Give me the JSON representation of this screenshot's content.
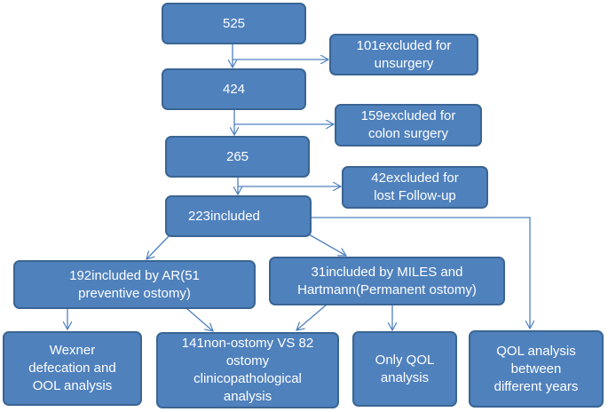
{
  "nodes": {
    "n525": [
      "525"
    ],
    "ex101": [
      "101excluded for",
      "unsurgery"
    ],
    "n424": [
      "424"
    ],
    "ex159": [
      "159excluded for",
      "colon surgery"
    ],
    "n265": [
      "265"
    ],
    "ex42": [
      "42excluded for",
      "lost Follow-up"
    ],
    "n223": [
      "223included"
    ],
    "ar192": [
      "192included by AR(51",
      "preventive ostomy)"
    ],
    "miles31": [
      "31included by MILES and",
      "Hartmann(Permanent ostomy)"
    ],
    "wexner": [
      "Wexner",
      "defecation and",
      "OOL analysis"
    ],
    "nonostomy": [
      "141non-ostomy VS 82",
      "ostomy",
      "clinicopathological",
      "analysis"
    ],
    "onlyqol": [
      "Only QOL",
      "analysis"
    ],
    "qolyears": [
      "QOL analysis",
      "between",
      "different years"
    ]
  },
  "colors": {
    "fill": "#4f81bd",
    "border": "#3a6593",
    "arrow": "#4f81bd",
    "text": "#ffffff"
  }
}
